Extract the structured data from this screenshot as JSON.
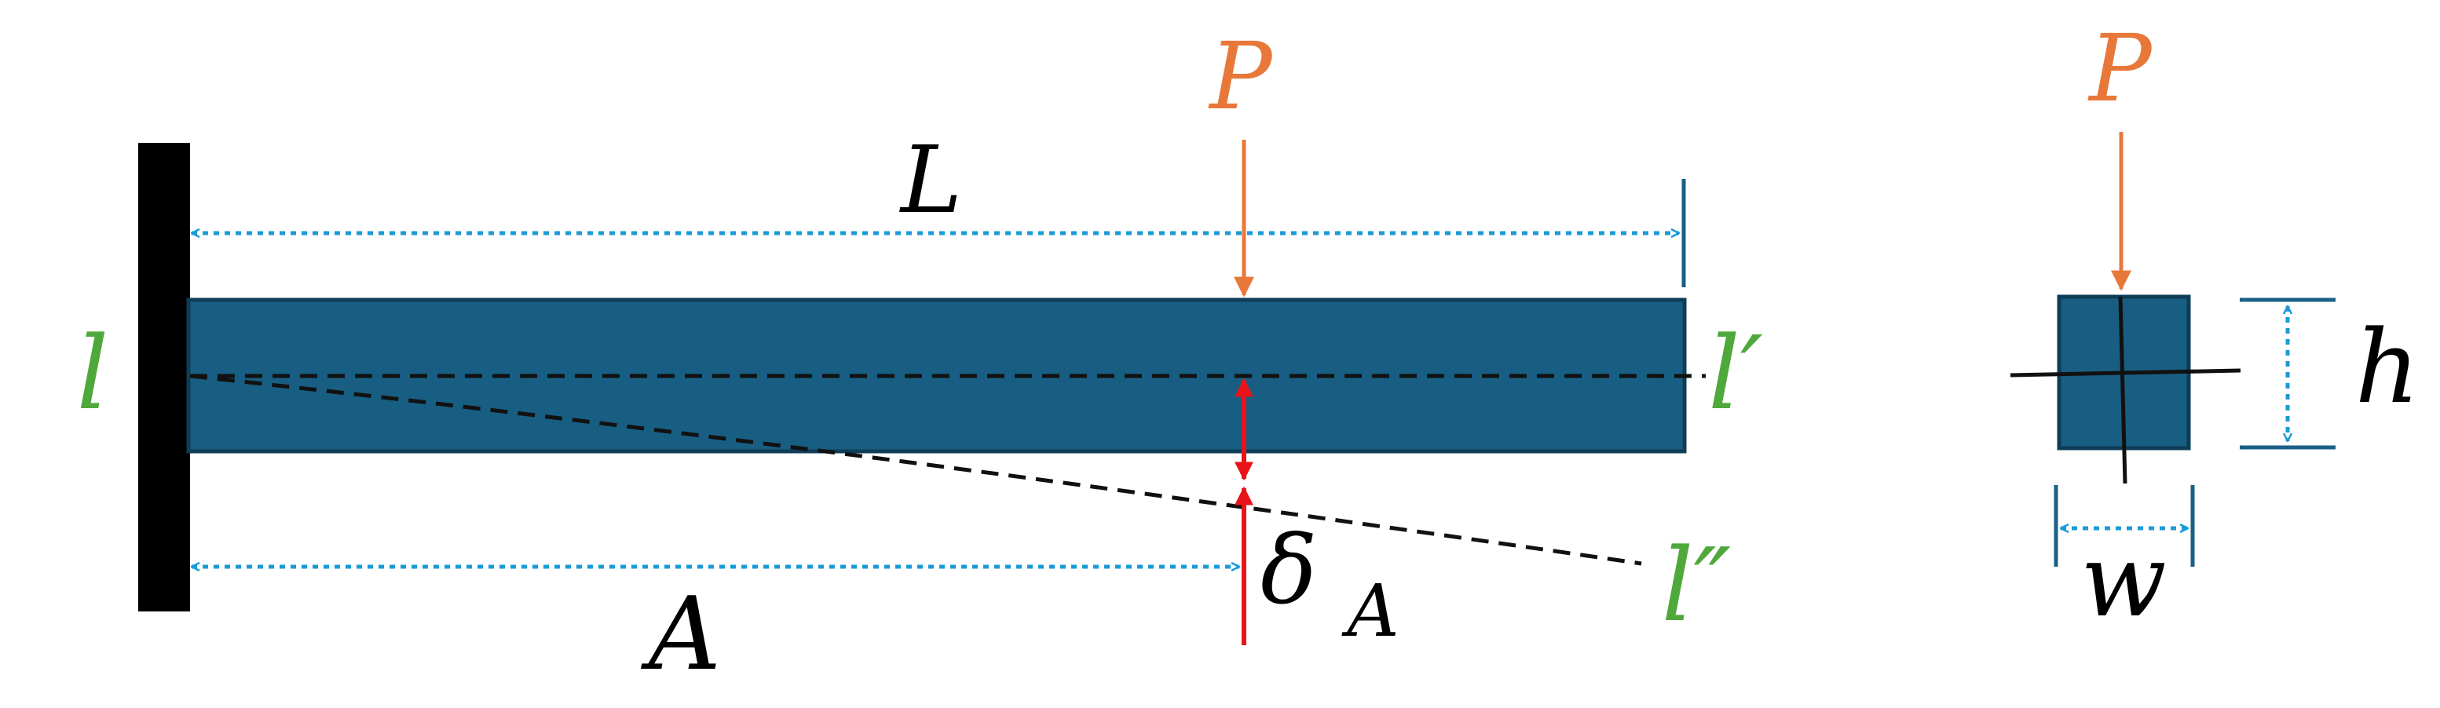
{
  "colors": {
    "beam_fill": "#185e82",
    "beam_stroke": "#0e3d57",
    "wall": "#000000",
    "force": "#e8783a",
    "dimension": "#1a9bd7",
    "end_label": "#4fa83b",
    "deflection": "#e8141a",
    "text": "#000000"
  },
  "beam": {
    "length_label": "L",
    "load_position_label": "A",
    "load_label": "P",
    "fixed_end_label": "l",
    "free_end_label": "l′",
    "deflected_end_label": "l″",
    "deflection_label": "δ",
    "deflection_subscript": "A"
  },
  "cross_section": {
    "load_label": "P",
    "height_label": "h",
    "width_label": "w"
  }
}
